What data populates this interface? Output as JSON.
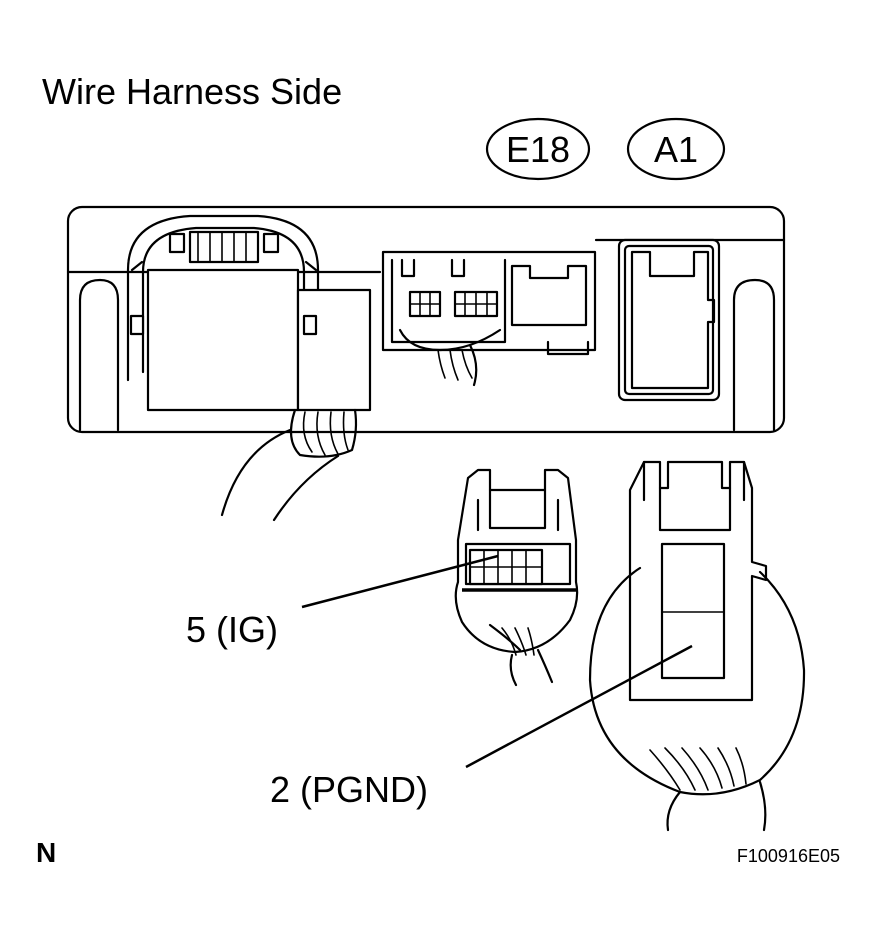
{
  "title": "Wire Harness Side",
  "connector_tags": [
    "E18",
    "A1"
  ],
  "pin_labels": {
    "ig": "5 (IG)",
    "pgnd": "2 (PGND)"
  },
  "orientation_mark": "N",
  "figure_code": "F100916E05"
}
